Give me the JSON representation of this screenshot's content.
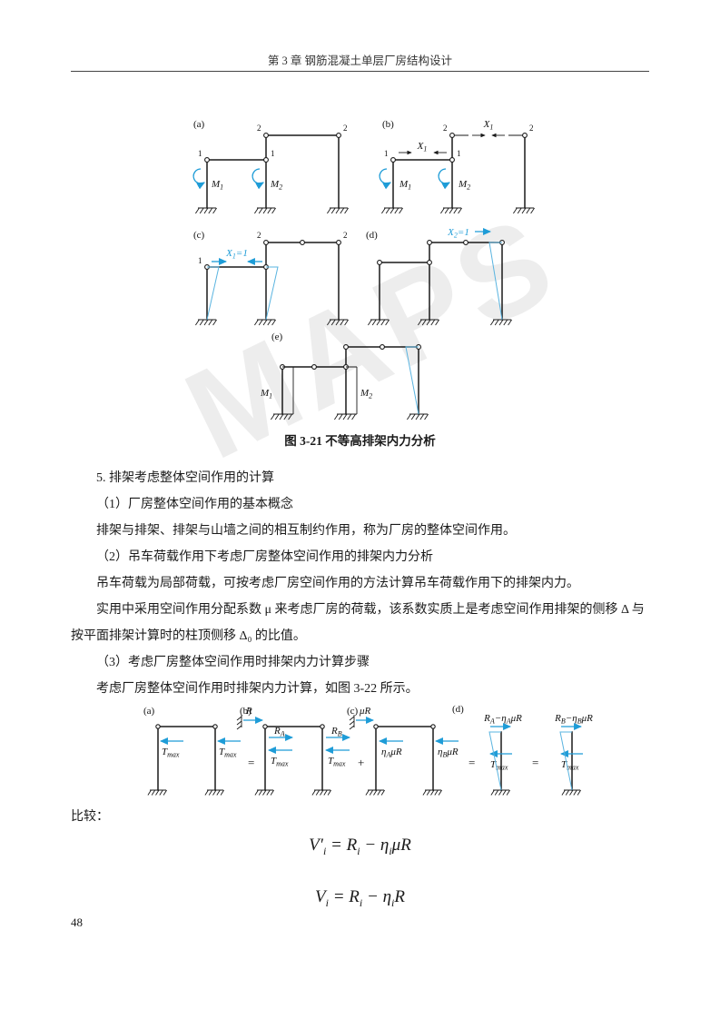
{
  "page": {
    "header": "第 3 章 钢筋混凝土单层厂房结构设计",
    "number": "48",
    "watermark": "MAPS"
  },
  "f321": {
    "caption": "图 3-21 不等高排架内力分析",
    "a": "(a)",
    "b": "(b)",
    "c": "(c)",
    "d": "(d)",
    "e": "(e)",
    "n1": "1",
    "n2": "2",
    "m1": {
      "m": "M",
      "s": "1"
    },
    "m2": {
      "m": "M",
      "s": "2"
    },
    "x1": {
      "m": "X",
      "s": "1"
    },
    "x1e": {
      "m": "X",
      "s": "1",
      "t": "=1"
    },
    "x2e": {
      "m": "X",
      "s": "2",
      "t": "=1"
    }
  },
  "content": {
    "s5": "5. 排架考虑整体空间作用的计算",
    "p1t": "（1）厂房整体空间作用的基本概念",
    "p1b": "排架与排架、排架与山墙之间的相互制约作用，称为厂房的整体空间作用。",
    "p2t": "（2）吊车荷载作用下考虑厂房整体空间作用的排架内力分析",
    "p2b": "吊车荷载为局部荷载，可按考虑厂房空间作用的方法计算吊车荷载作用下的排架内力。",
    "p3b": "实用中采用空间作用分配系数 μ 来考虑厂房的荷载，该系数实质上是考虑空间作用排架的侧移 Δ 与按平面排架计算时的柱顶侧移 Δ₀ 的比值。",
    "p4t": "（3）考虑厂房整体空间作用时排架内力计算步骤",
    "p4b": "考虑厂房整体空间作用时排架内力计算，如图 3-22 所示。",
    "compare": "比较："
  },
  "f322": {
    "a": "(a)",
    "b": "(b)",
    "c": "(c)",
    "d": "(d)",
    "tmax": {
      "m": "T",
      "s": "max"
    },
    "r": "R",
    "ra": {
      "m": "R",
      "s": "A"
    },
    "rb": {
      "m": "R",
      "s": "B"
    },
    "mur": "μR",
    "etaA": {
      "m": "η",
      "s": "A",
      "t": "μR"
    },
    "etaB": {
      "m": "η",
      "s": "B",
      "t": "μR"
    },
    "raM": {
      "m1": "R",
      "s1": "A",
      "m2": "−η",
      "s2": "A",
      "m3": "μR"
    },
    "rbM": {
      "m1": "R",
      "s1": "B",
      "m2": "−η",
      "s2": "B",
      "m3": "μR"
    },
    "eq": "=",
    "plus": "+"
  },
  "formulas": {
    "f1": {
      "a": "V′",
      "as": "i",
      "b": " = R",
      "bs": "i",
      "c": " − η",
      "cs": "i",
      "d": "μR"
    },
    "f2": {
      "a": "V",
      "as": "i",
      "b": " = R",
      "bs": "i",
      "c": " − η",
      "cs": "i",
      "d": "R"
    }
  }
}
